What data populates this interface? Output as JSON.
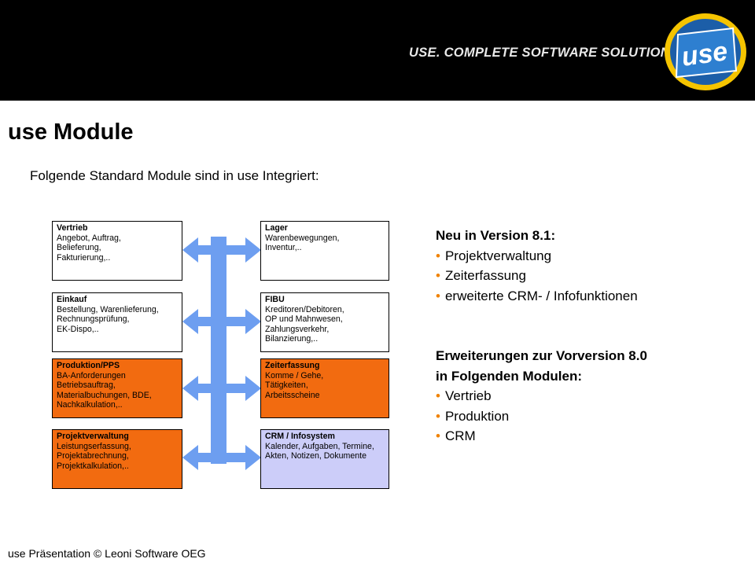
{
  "header": {
    "tagline": "USE. COMPLETE SOFTWARE SOLUTIONS",
    "logo_text": "use"
  },
  "title": "use Module",
  "subtitle": "Folgende Standard Module sind in use Integriert:",
  "modules": [
    {
      "title": "Vertrieb",
      "lines": [
        "Angebot, Auftrag,",
        "Belieferung,",
        "Fakturierung,.."
      ],
      "fill": "#ffffff"
    },
    {
      "title": "Einkauf",
      "lines": [
        "Bestellung, Warenlieferung,",
        "Rechnungsprüfung,",
        "EK-Dispo,.."
      ],
      "fill": "#ffffff"
    },
    {
      "title": "Produktion/PPS",
      "lines": [
        "BA-Anforderungen",
        "Betriebsauftrag,",
        "Materialbuchungen, BDE,",
        "Nachkalkulation,.."
      ],
      "fill": "#f26b10"
    },
    {
      "title": "Projektverwaltung",
      "lines": [
        "Leistungserfassung,",
        "Projektabrechnung,",
        "Projektkalkulation,.."
      ],
      "fill": "#f26b10"
    },
    {
      "title": "Lager",
      "lines": [
        "Warenbewegungen,",
        "Inventur,.."
      ],
      "fill": "#ffffff"
    },
    {
      "title": "FIBU",
      "lines": [
        "Kreditoren/Debitoren,",
        "OP und Mahnwesen,",
        "Zahlungsverkehr,",
        "Bilanzierung,.."
      ],
      "fill": "#ffffff"
    },
    {
      "title": "Zeiterfassung",
      "lines": [
        "Komme / Gehe,",
        "Tätigkeiten,",
        "Arbeitsscheine"
      ],
      "fill": "#f26b10"
    },
    {
      "title": "CRM / Infosystem",
      "lines": [
        "Kalender, Aufgaben, Termine,",
        "Akten, Notizen, Dokumente"
      ],
      "fill": "#cccdf9"
    }
  ],
  "new_section": {
    "heading": "Neu in Version 8.1:",
    "items": [
      "Projektverwaltung",
      "Zeiterfassung",
      "erweiterte CRM- / Infofunktionen"
    ]
  },
  "ext_section": {
    "heading_line1": "Erweiterungen zur Vorversion 8.0",
    "heading_line2": "in Folgenden Modulen:",
    "items": [
      "Vertrieb",
      "Produktion",
      "CRM"
    ]
  },
  "bullet_glyph": "•",
  "colors": {
    "accent": "#f08200",
    "arrow": "#6d9ef0",
    "orange_box": "#f26b10",
    "lavender_box": "#cccdf9"
  },
  "footer": "use Präsentation © Leoni Software OEG"
}
